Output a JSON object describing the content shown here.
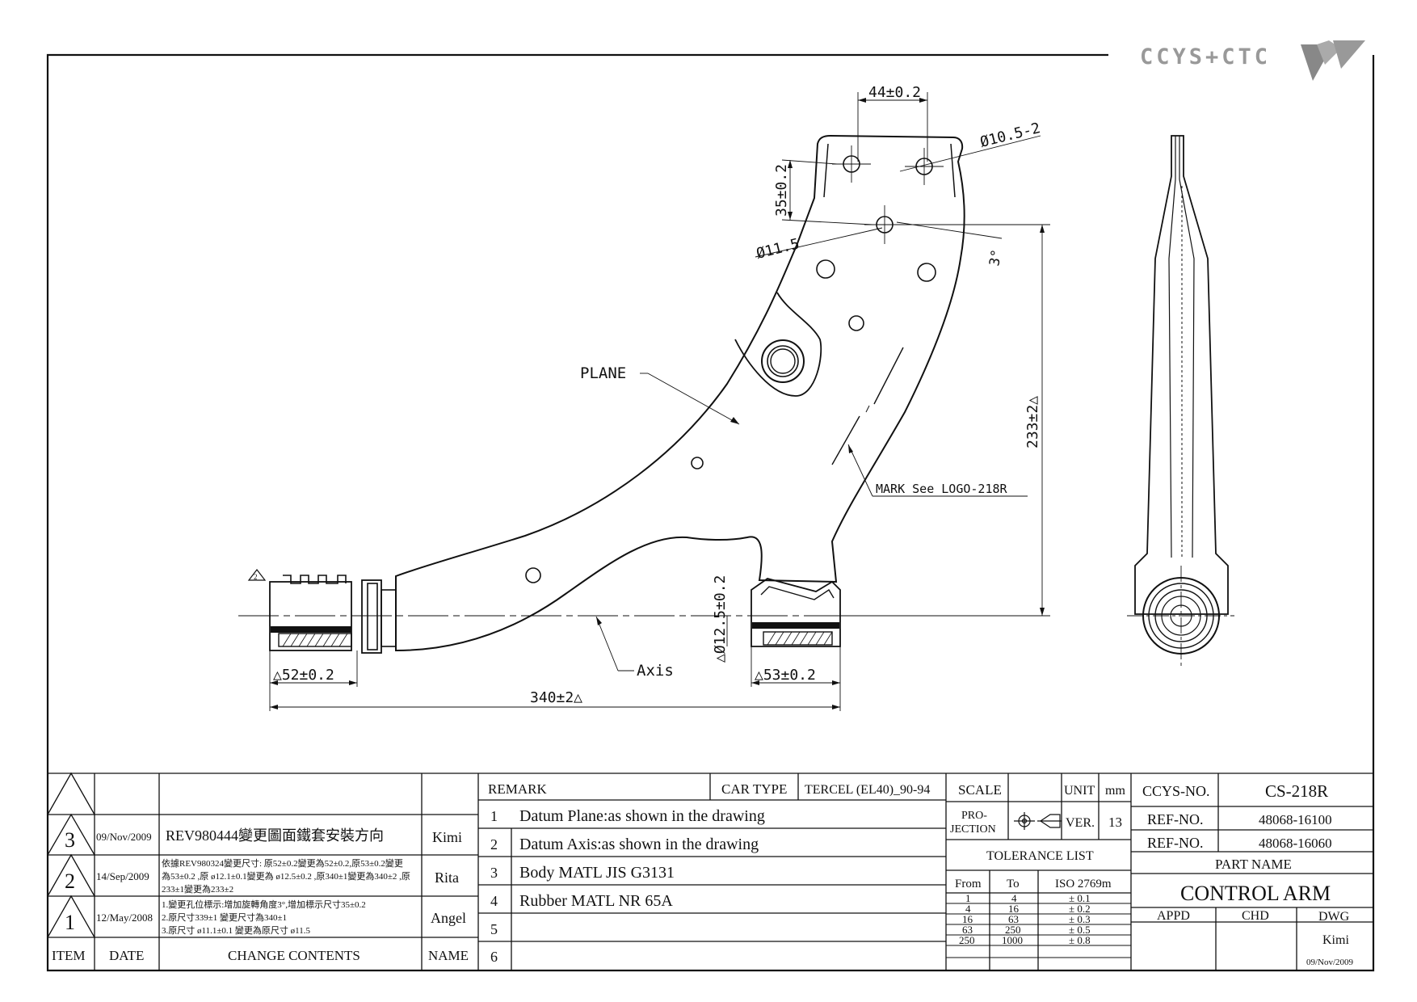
{
  "logo": {
    "text": "CCYS+CTC"
  },
  "drawing": {
    "dims": {
      "d44": "44±0.2",
      "d105": "Ø10.5-2",
      "d35": "35±0.2",
      "d115": "Ø11.5",
      "d3deg": "3°",
      "d233": "233±2△",
      "d125": "△Ø12.5±0.2",
      "d52": "△52±0.2",
      "d53": "△53±0.2",
      "d340": "340±2△"
    },
    "labels": {
      "plane": "PLANE",
      "axis": "Axis",
      "mark": "MARK See LOGO-218R",
      "rev_marker": "2"
    }
  },
  "revisions": {
    "headers": {
      "item": "ITEM",
      "date": "DATE",
      "contents": "CHANGE CONTENTS",
      "name": "NAME"
    },
    "rows": [
      {
        "item": "3",
        "date": "09/Nov/2009",
        "lines": [
          "REV980444變更圖面鐵套安裝方向"
        ],
        "name": "Kimi"
      },
      {
        "item": "2",
        "date": "14/Sep/2009",
        "lines": [
          "依據REV980324變更尺寸: 原52±0.2變更為52±0.2,原53±0.2變更",
          "為53±0.2 ,原 ø12.1±0.1變更為 ø12.5±0.2 ,原340±1變更為340±2 ,原",
          "233±1變更為233±2"
        ],
        "name": "Rita"
      },
      {
        "item": "1",
        "date": "12/May/2008",
        "lines": [
          "1.變更孔位標示:增加旋轉角度3°,增加標示尺寸35±0.2",
          "2.原尺寸339±1 變更尺寸為340±1",
          "3.原尺寸 ø11.1±0.1 變更為原尺寸 ø11.5"
        ],
        "name": "Angel"
      }
    ]
  },
  "remarks": {
    "header": "REMARK",
    "car_type_label": "CAR TYPE",
    "car_type_value": "TERCEL (EL40)_90-94",
    "rows": [
      {
        "num": "1",
        "text": "Datum Plane:as shown in the drawing"
      },
      {
        "num": "2",
        "text": "Datum Axis:as shown in the drawing"
      },
      {
        "num": "3",
        "text": "Body MATL JIS G3131"
      },
      {
        "num": "4",
        "text": "Rubber MATL NR 65A"
      },
      {
        "num": "5",
        "text": ""
      },
      {
        "num": "6",
        "text": ""
      }
    ]
  },
  "specs": {
    "scale_label": "SCALE",
    "unit_label": "UNIT",
    "unit_value": "mm",
    "projection_label_1": "PRO-",
    "projection_label_2": "JECTION",
    "ver_label": "VER.",
    "ver_value": "13",
    "tolerance_title": "TOLERANCE LIST",
    "tol_headers": {
      "from": "From",
      "to": "To",
      "iso": "ISO 2769m"
    },
    "tolerances": [
      {
        "from": "1",
        "to": "4",
        "tol": "± 0.1"
      },
      {
        "from": "4",
        "to": "16",
        "tol": "± 0.2"
      },
      {
        "from": "16",
        "to": "63",
        "tol": "± 0.3"
      },
      {
        "from": "63",
        "to": "250",
        "tol": "± 0.5"
      },
      {
        "from": "250",
        "to": "1000",
        "tol": "± 0.8"
      }
    ]
  },
  "titleblock": {
    "ccys_label": "CCYS-NO.",
    "ccys_value": "CS-218R",
    "ref1_label": "REF-NO.",
    "ref1_value": "48068-16100",
    "ref2_label": "REF-NO.",
    "ref2_value": "48068-16060",
    "part_name_label": "PART NAME",
    "part_name": "CONTROL ARM",
    "appd_label": "APPD",
    "chd_label": "CHD",
    "dwg_label": "DWG",
    "dwg_name": "Kimi",
    "dwg_date": "09/Nov/2009"
  }
}
